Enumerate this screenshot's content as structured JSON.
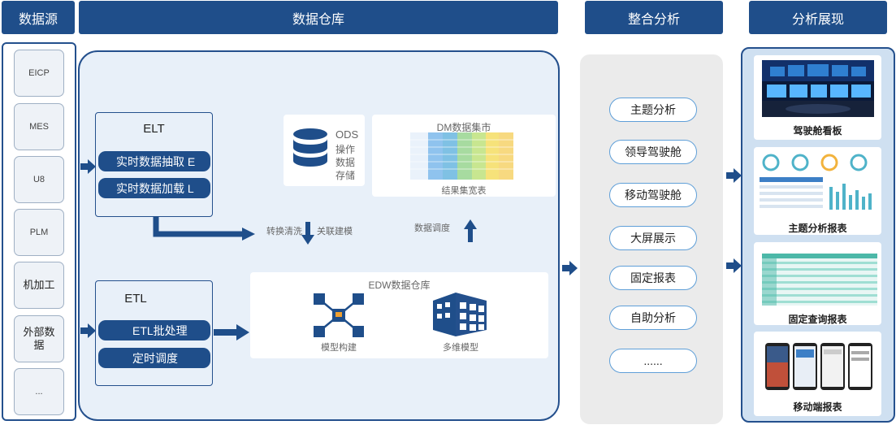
{
  "headers": {
    "sources": "数据源",
    "warehouse": "数据仓库",
    "analysis": "整合分析",
    "display": "分析展现"
  },
  "sources": [
    "EICP",
    "MES",
    "U8",
    "PLM",
    "机加工",
    "外部数\n据",
    "..."
  ],
  "elt": {
    "title": "ELT",
    "items": [
      "实时数据抽取 E",
      "实时数据加载 L"
    ]
  },
  "etl": {
    "title": "ETL",
    "items": [
      "ETL批处理",
      "定时调度"
    ]
  },
  "ods": {
    "label": "ODS",
    "lines": [
      "操作",
      "数据",
      "存储"
    ]
  },
  "dm": {
    "title": "DM数据集市",
    "caption": "结果集宽表"
  },
  "flow": {
    "transform": "转换清洗",
    "relate": "关联建模",
    "schedule": "数据调度"
  },
  "edw": {
    "title": "EDW数据仓库",
    "model": "模型构建",
    "multidim": "多维模型"
  },
  "analysis_items": [
    "主题分析",
    "领导驾驶舱",
    "移动驾驶舱",
    "大屏展示",
    "固定报表",
    "自助分析",
    "......"
  ],
  "display_items": [
    "驾驶舱看板",
    "主题分析报表",
    "固定查询报表",
    "移动端报表"
  ],
  "colors": {
    "primary": "#1f4e8a",
    "panel_bg": "#e8f0f9",
    "analysis_border": "#5f9fd8",
    "display_bg": "#cfe0f1"
  }
}
